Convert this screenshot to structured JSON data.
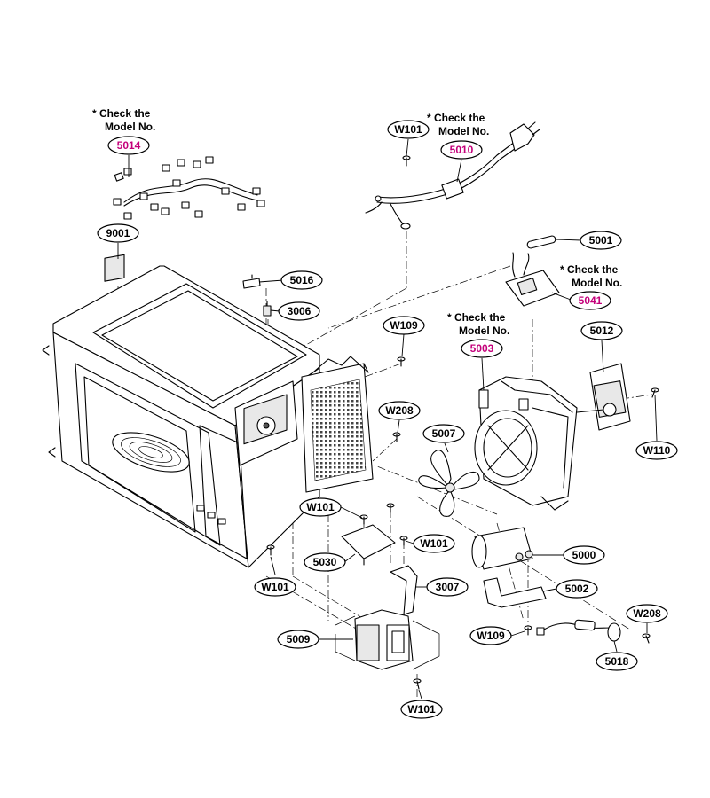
{
  "note": {
    "line1": "* Check the",
    "line2": "Model No."
  },
  "parts": {
    "p5014": "5014",
    "p9001": "9001",
    "pW101_top": "W101",
    "p5010": "5010",
    "p5001": "5001",
    "p5041": "5041",
    "p5016": "5016",
    "p3006": "3006",
    "pW109_top": "W109",
    "p5003": "5003",
    "p5012": "5012",
    "pW208_mid": "W208",
    "p5007": "5007",
    "pW110": "W110",
    "pW101_mid": "W101",
    "pW101_right": "W101",
    "p5030": "5030",
    "p5000": "5000",
    "p3007": "3007",
    "p5002": "5002",
    "pW101_left": "W101",
    "pW208_right": "W208",
    "pW109_bottom": "W109",
    "p5009": "5009",
    "p5018": "5018",
    "pW101_bottom": "W101"
  },
  "colors": {
    "line": "#000000",
    "highlight": "#c4007a",
    "background": "#ffffff"
  }
}
